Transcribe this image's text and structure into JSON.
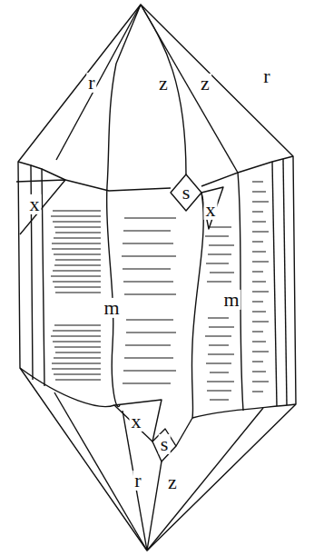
{
  "diagram": {
    "labels": [
      "r",
      "z",
      "z",
      "r",
      "x",
      "s",
      "x",
      "m",
      "m",
      "x",
      "s",
      "r",
      "z"
    ]
  }
}
